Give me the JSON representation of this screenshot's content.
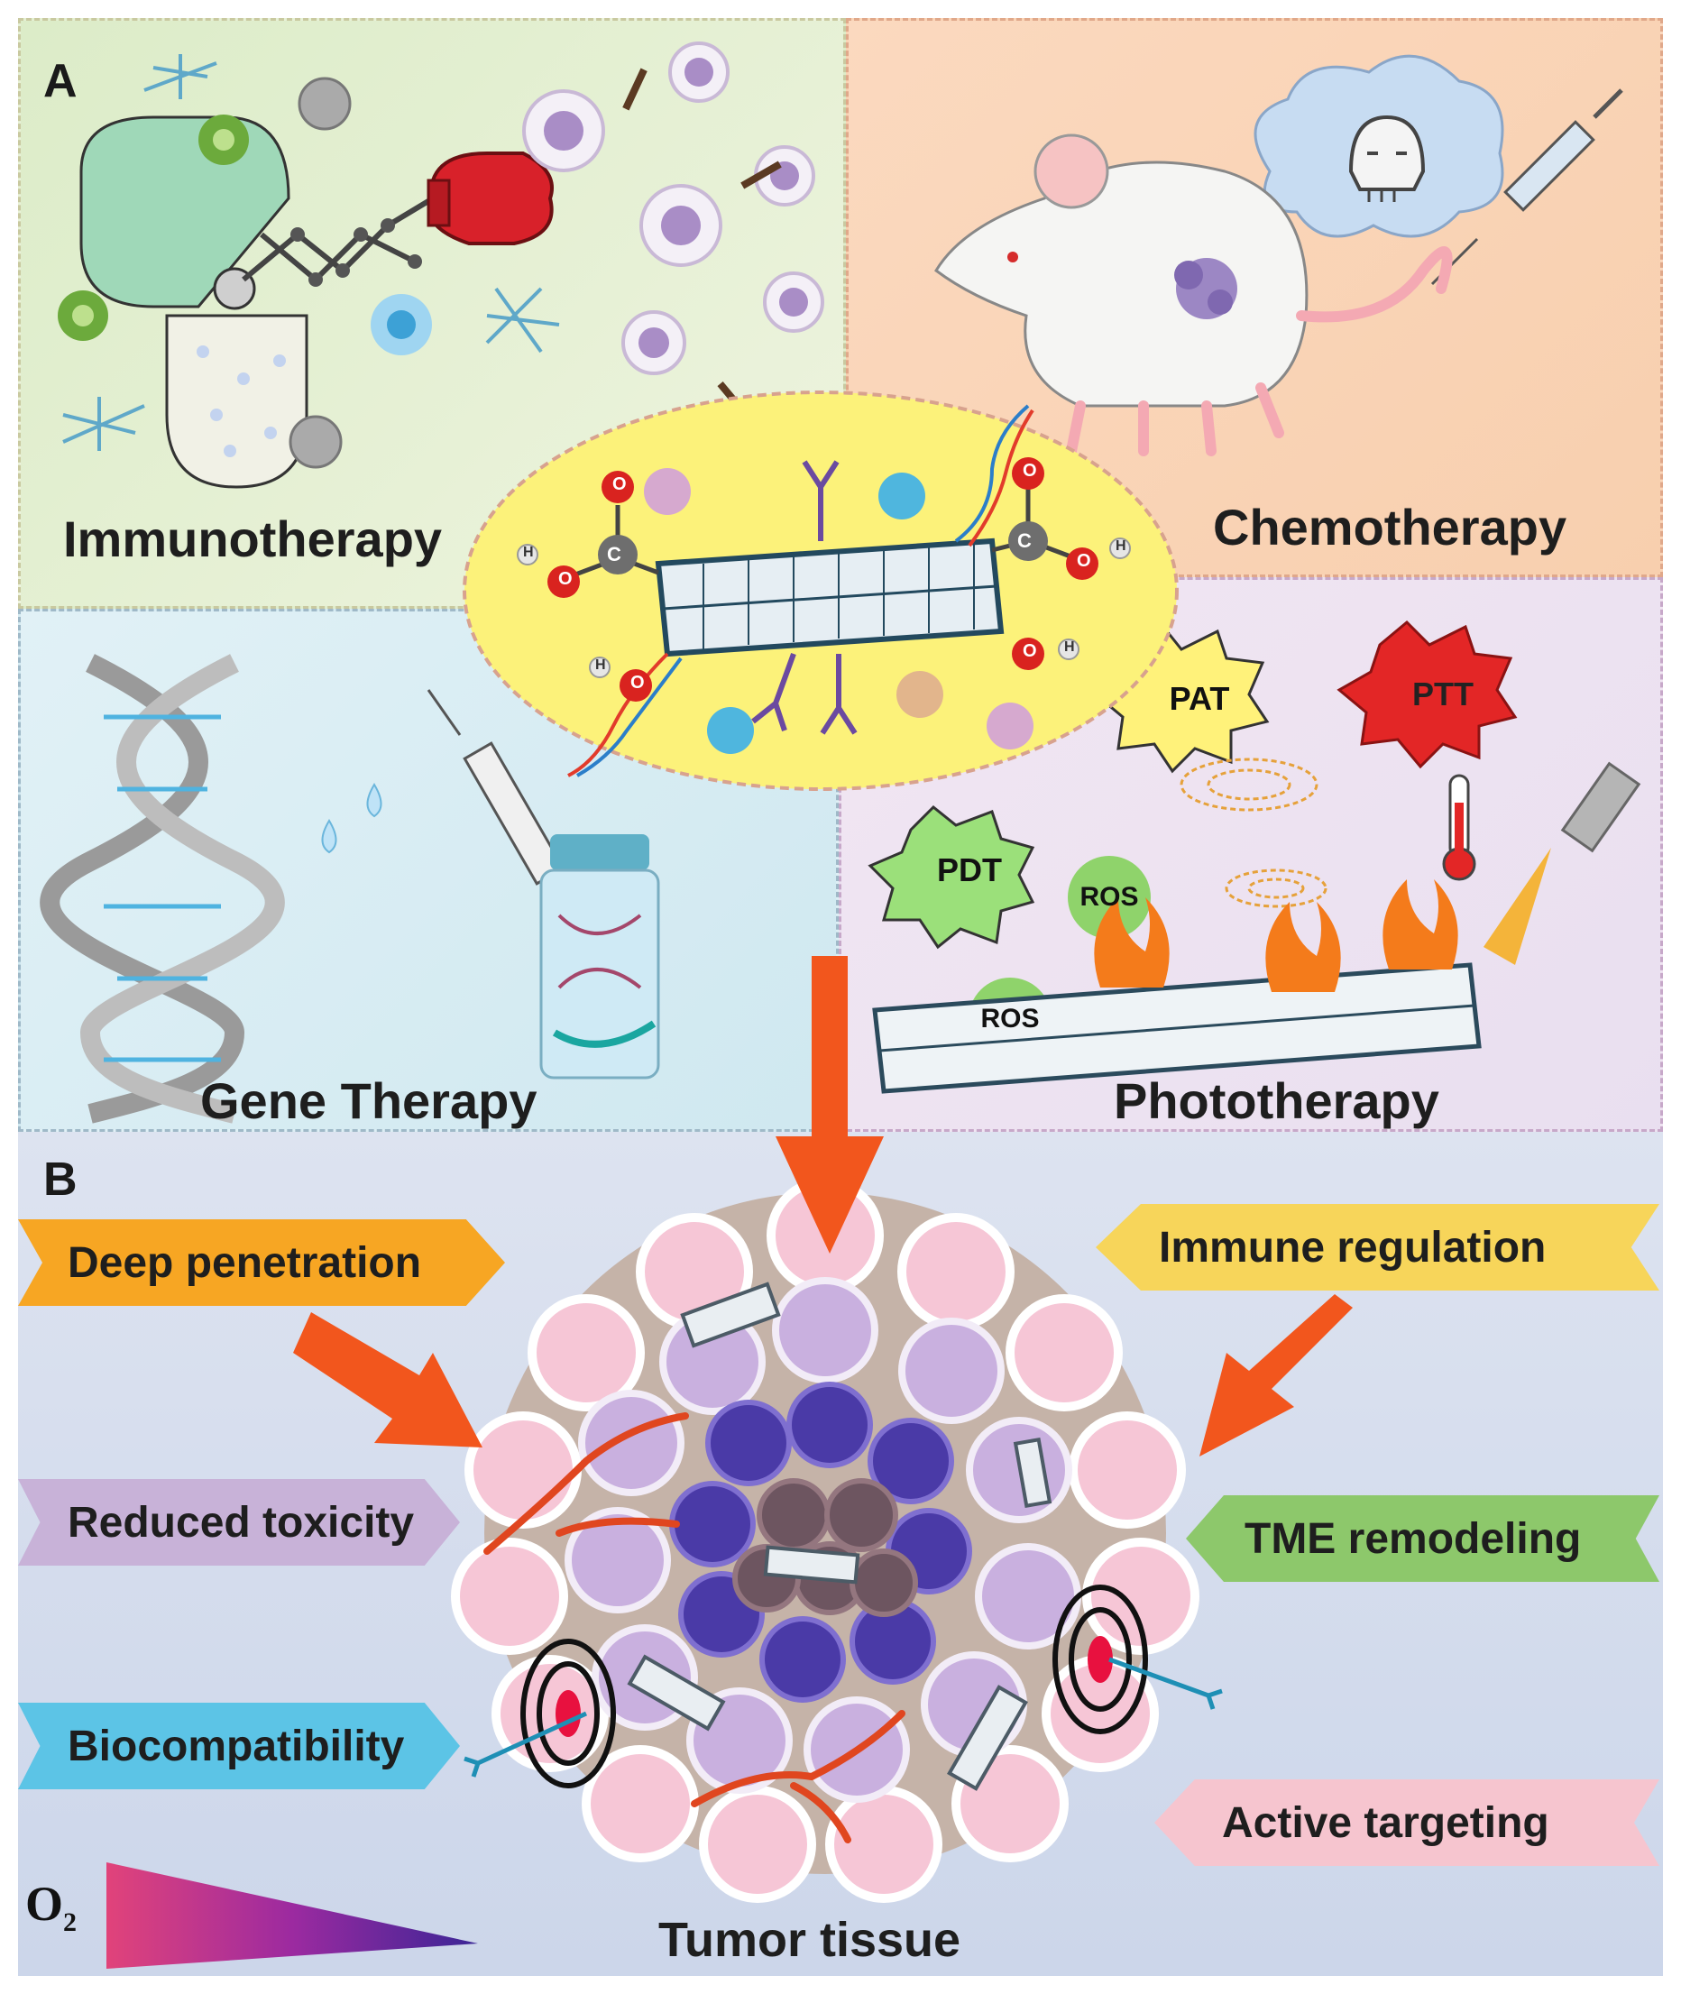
{
  "panel_a": {
    "letter": "A",
    "immunotherapy": "Immunotherapy",
    "chemotherapy": "Chemotherapy",
    "gene_therapy": "Gene Therapy",
    "phototherapy": "Phototherapy",
    "bubbles": {
      "pat": "PAT",
      "ptt": "PTT",
      "pdt": "PDT",
      "ros": "ROS"
    },
    "atoms": {
      "carbon": "C",
      "oxygen": "O",
      "hydrogen": "H"
    }
  },
  "panel_b": {
    "letter": "B",
    "tags_left": [
      "Deep penetration",
      "Reduced toxicity",
      "Biocompatibility"
    ],
    "tags_right": [
      "Immune regulation",
      "TME remodeling",
      "Active targeting"
    ],
    "gradient_label": "O",
    "gradient_subscript": "2",
    "caption": "Tumor tissue"
  },
  "colors": {
    "deep_penetration": "#f7a623",
    "reduced_toxicity": "#c8b2d8",
    "biocompatibility": "#5cc4e6",
    "immune_regulation": "#f7d55a",
    "tme_remodeling": "#8dc86b",
    "active_targeting": "#f6c5cf",
    "arrow": "#f2561d"
  },
  "icons": [
    "boxing-glove-icon",
    "capsule-icon",
    "mouse-icon",
    "syringe-icon",
    "skull-icon",
    "dna-helix-icon",
    "vial-icon",
    "carbon-nanotube-icon",
    "thermometer-icon",
    "laser-icon",
    "flame-icon",
    "target-icon",
    "dart-icon"
  ]
}
